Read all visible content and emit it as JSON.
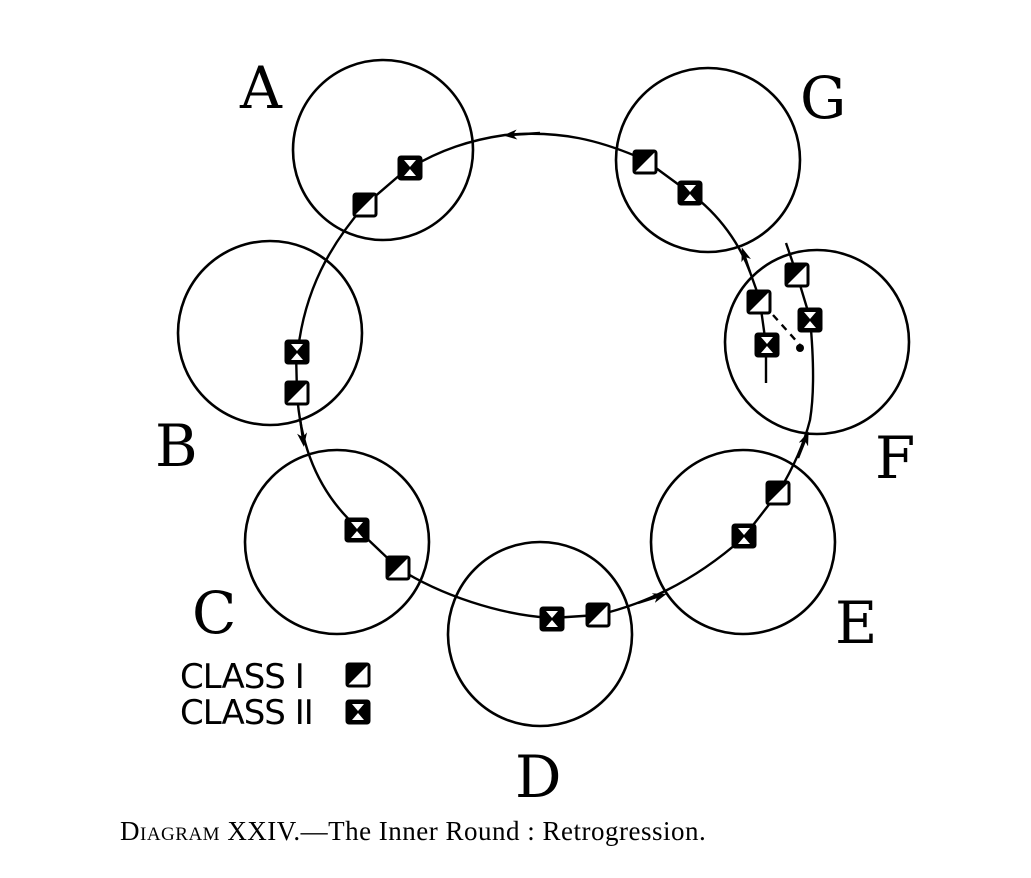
{
  "diagram": {
    "title": "Diagram XXIV.",
    "caption_prefix": "Diagram",
    "caption_number": "XXIV.",
    "caption_dash": "—",
    "caption_text": "The Inner Round : Retrogression.",
    "nodes": [
      {
        "id": "A",
        "label": "A"
      },
      {
        "id": "B",
        "label": "B"
      },
      {
        "id": "C",
        "label": "C"
      },
      {
        "id": "D",
        "label": "D"
      },
      {
        "id": "E",
        "label": "E"
      },
      {
        "id": "F",
        "label": "F"
      },
      {
        "id": "G",
        "label": "G"
      }
    ],
    "legend": [
      {
        "label": "CLASS I",
        "symbol": "half-filled-square"
      },
      {
        "label": "CLASS II",
        "symbol": "hourglass-square"
      }
    ],
    "flow_direction": "counter-clockwise (A → B → C → D → E → F → G → A)",
    "stroke_color": "#000000",
    "background_color": "#ffffff"
  }
}
